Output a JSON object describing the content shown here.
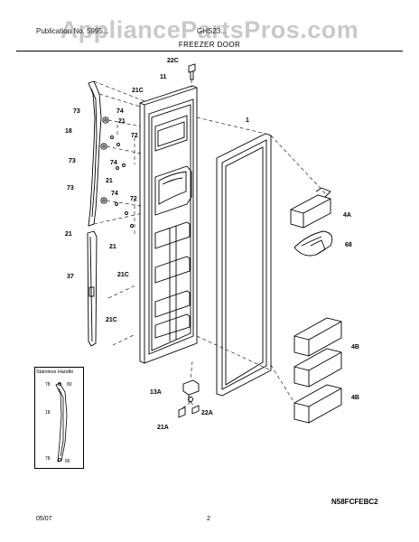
{
  "watermark": "AppliancePartsPros.com",
  "header": {
    "left": "Publication No. 5995...",
    "right": "GHS23..."
  },
  "title": "FREEZER DOOR",
  "labels": {
    "l1": "1",
    "l11": "11",
    "l13A": "13A",
    "l18": "18",
    "l21_a": "21",
    "l21_b": "21",
    "l21_c": "21",
    "l21_d": "21",
    "l21A": "21A",
    "l21C_a": "21C",
    "l21C_b": "21C",
    "l21C_c": "21C",
    "l22A": "22A",
    "l22C": "22C",
    "l37": "37",
    "l4A": "4A",
    "l4B_a": "4B",
    "l4B_b": "4B",
    "l68": "68",
    "l72_a": "72",
    "l72_b": "72",
    "l73_a": "73",
    "l73_b": "73",
    "l73_c": "73",
    "l74_a": "74",
    "l74_b": "74",
    "l74_c": "74"
  },
  "inset": {
    "title": "Stainless Handle",
    "labels": {
      "l78a": "78",
      "l80a": "80",
      "l18": "18",
      "l78b": "78",
      "l80b": "80"
    }
  },
  "model_code": "N58FCFEBC2",
  "footer": {
    "date": "05/07",
    "page": "2"
  }
}
